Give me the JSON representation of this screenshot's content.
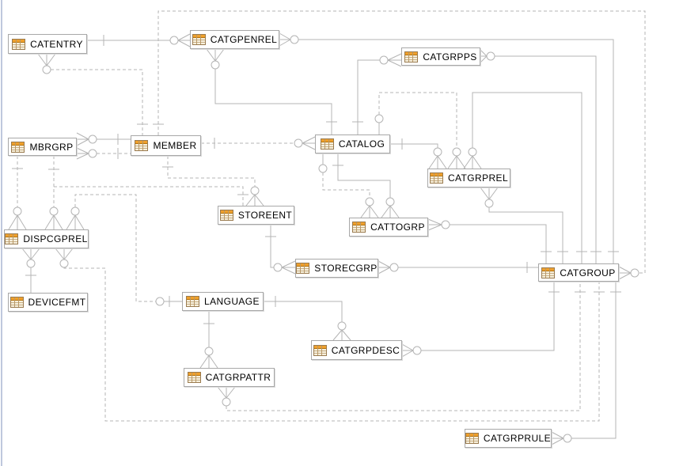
{
  "diagram": {
    "kind": "entity-relationship-diagram",
    "notation": "crow-foot",
    "line_color": "#b4b4b4",
    "entity_fill": "#ffffff",
    "entity_border_color": "#a8a8a8",
    "icon_colors": {
      "header": "#efa02c",
      "body": "#f6efdc",
      "grid": "#b89868",
      "border": "#9a7b4f"
    }
  },
  "entities": [
    {
      "name": "CATENTRY"
    },
    {
      "name": "CATGPENREL"
    },
    {
      "name": "CATGRPPS"
    },
    {
      "name": "MBRGRP"
    },
    {
      "name": "MEMBER"
    },
    {
      "name": "CATALOG"
    },
    {
      "name": "CATGRPREL"
    },
    {
      "name": "STOREENT"
    },
    {
      "name": "CATTOGRP"
    },
    {
      "name": "DISPCGPREL"
    },
    {
      "name": "STORECGRP"
    },
    {
      "name": "CATGROUP"
    },
    {
      "name": "DEVICEFMT"
    },
    {
      "name": "LANGUAGE"
    },
    {
      "name": "CATGRPDESC"
    },
    {
      "name": "CATGRPATTR"
    },
    {
      "name": "CATGRPRULE"
    }
  ],
  "relationships": [
    {
      "from": "CATENTRY",
      "to": "CATGPENREL",
      "line": "solid",
      "from_end": "one",
      "to_end": "zero-or-many"
    },
    {
      "from": "CATENTRY",
      "to": "MEMBER",
      "line": "dashed",
      "from_end": "zero-or-many",
      "to_end": "one"
    },
    {
      "from": "CATGPENREL",
      "to": "CATALOG",
      "line": "solid",
      "from_end": "zero-or-many",
      "to_end": "one"
    },
    {
      "from": "CATALOG",
      "to": "CATGRPPS",
      "line": "solid",
      "from_end": "one",
      "to_end": "zero-or-many"
    },
    {
      "from": "CATGPENREL",
      "to": "CATGROUP",
      "line": "solid",
      "from_end": "zero-or-many",
      "to_end": "one"
    },
    {
      "from": "CATGRPPS",
      "to": "CATGROUP",
      "line": "solid",
      "from_end": "zero-or-many",
      "to_end": "one"
    },
    {
      "from": "MEMBER",
      "to": "CATGROUP",
      "line": "dashed",
      "from_end": "one",
      "to_end": "zero-or-many"
    },
    {
      "from": "MBRGRP",
      "to": "MEMBER",
      "line": "solid",
      "from_end": "zero-or-many",
      "to_end": "one"
    },
    {
      "from": "MBRGRP",
      "to": "MEMBER",
      "line": "dashed",
      "from_end": "zero-or-many",
      "to_end": "one"
    },
    {
      "from": "MEMBER",
      "to": "CATALOG",
      "line": "dashed",
      "from_end": "one",
      "to_end": "zero-or-many"
    },
    {
      "from": "MEMBER",
      "to": "STOREENT",
      "line": "dashed",
      "from_end": "one",
      "to_end": "zero-or-many"
    },
    {
      "from": "MBRGRP",
      "to": "DISPCGPREL",
      "line": "dashed",
      "from_end": "one",
      "to_end": "zero-or-many"
    },
    {
      "from": "MBRGRP",
      "to": "DISPCGPREL",
      "line": "dashed",
      "from_end": "one",
      "to_end": "zero-or-many"
    },
    {
      "from": "STOREENT",
      "to": "DISPCGPREL",
      "line": "dashed",
      "from_end": "one",
      "to_end": "route"
    },
    {
      "from": "DISPCGPREL",
      "to": "LANGUAGE",
      "line": "dashed",
      "from_end": "zero-or-many",
      "to_end": "zero-or-one"
    },
    {
      "from": "DISPCGPREL",
      "to": "DEVICEFMT",
      "line": "solid",
      "from_end": "zero-or-many",
      "to_end": "one"
    },
    {
      "from": "DISPCGPREL",
      "to": "CATGROUP",
      "line": "dashed",
      "from_end": "zero-or-many",
      "to_end": "one"
    },
    {
      "from": "CATALOG",
      "to": "CATGRPREL",
      "line": "solid",
      "from_end": "one",
      "to_end": "zero-or-many"
    },
    {
      "from": "CATALOG",
      "to": "CATGRPREL",
      "line": "dashed",
      "from_end": "zero",
      "to_end": "zero-or-many"
    },
    {
      "from": "CATGRPREL",
      "to": "CATGROUP",
      "line": "solid",
      "from_end": "zero-or-many",
      "to_end": "one"
    },
    {
      "from": "CATGRPREL",
      "to": "CATGROUP",
      "line": "solid",
      "from_end": "zero-or-many",
      "to_end": "one"
    },
    {
      "from": "CATALOG",
      "to": "CATTOGRP",
      "line": "dashed",
      "from_end": "zero",
      "to_end": "zero-or-many"
    },
    {
      "from": "CATALOG",
      "to": "CATTOGRP",
      "line": "solid",
      "from_end": "one",
      "to_end": "zero-or-many"
    },
    {
      "from": "STOREENT",
      "to": "STORECGRP",
      "line": "solid",
      "from_end": "one",
      "to_end": "zero-or-many"
    },
    {
      "from": "STORECGRP",
      "to": "CATGROUP",
      "line": "solid",
      "from_end": "zero-or-many",
      "to_end": "one"
    },
    {
      "from": "CATTOGRP",
      "to": "CATGROUP",
      "line": "solid",
      "from_end": "zero-or-many",
      "to_end": "one"
    },
    {
      "from": "LANGUAGE",
      "to": "CATGRPDESC",
      "line": "solid",
      "from_end": "one",
      "to_end": "zero-or-many"
    },
    {
      "from": "LANGUAGE",
      "to": "CATGRPATTR",
      "line": "solid",
      "from_end": "one",
      "to_end": "zero-or-many"
    },
    {
      "from": "CATGRPDESC",
      "to": "CATGROUP",
      "line": "solid",
      "from_end": "zero-or-many",
      "to_end": "one"
    },
    {
      "from": "CATGRPATTR",
      "to": "CATGROUP",
      "line": "dashed",
      "from_end": "zero-or-many",
      "to_end": "one"
    },
    {
      "from": "CATGRPRULE",
      "to": "CATGROUP",
      "line": "solid",
      "from_end": "zero-or-many",
      "to_end": "one"
    }
  ]
}
